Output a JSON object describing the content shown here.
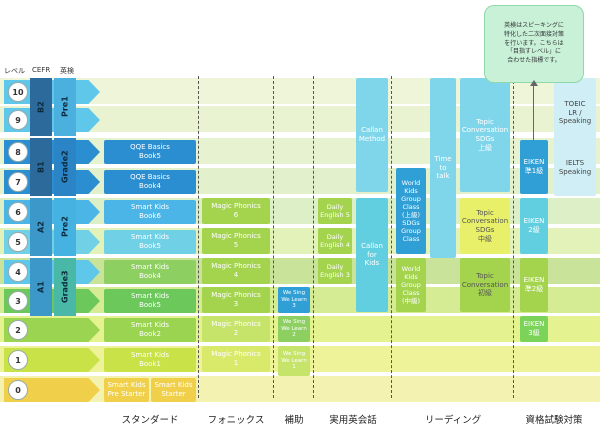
{
  "header": {
    "level": "レベル",
    "cefr": "CEFR",
    "eiken": "英検"
  },
  "levels": [
    "10",
    "9",
    "8",
    "7",
    "6",
    "5",
    "4",
    "3",
    "2",
    "1",
    "0"
  ],
  "cefr": [
    "B2",
    "B1",
    "A2",
    "A1"
  ],
  "grades": [
    "Pre1",
    "Grade2",
    "Pre2",
    "Grade3"
  ],
  "standard": {
    "qqe5": [
      "QQE Basics",
      "Book5"
    ],
    "qqe4": [
      "QQE Basics",
      "Book4"
    ],
    "sk6": [
      "Smart Kids",
      "Book6"
    ],
    "sk5": [
      "Smart Kids",
      "Book5"
    ],
    "sk4": [
      "Smart Kids",
      "Book4"
    ],
    "skb5": [
      "Smart Kids",
      "Book5"
    ],
    "sk2": [
      "Smart Kids",
      "Book2"
    ],
    "sk1": [
      "Smart Kids",
      "Book1"
    ],
    "pre": [
      "Smart Kids",
      "Pre Starter"
    ],
    "starter": [
      "Smart Kids",
      "Starter"
    ]
  },
  "phonics": {
    "p6": [
      "Magic Phonics",
      "6"
    ],
    "p5": [
      "Magic Phonics",
      "5"
    ],
    "p4": [
      "Magic Phonics",
      "4"
    ],
    "p3": [
      "Magic Phonics",
      "3"
    ],
    "p2": [
      "Magic Phonics",
      "2"
    ],
    "p1": [
      "Magic Phonics",
      "1"
    ]
  },
  "support": {
    "ws3": [
      "We Sing",
      "We Learn",
      "3"
    ],
    "ws2": [
      "We Sing",
      "We Learn",
      "2"
    ],
    "ws1": [
      "We Sing",
      "We Learn",
      "1"
    ]
  },
  "practical": {
    "de5": [
      "Daily",
      "English 5"
    ],
    "de4": [
      "Daily",
      "English 4"
    ],
    "de3": [
      "Daily",
      "English 3"
    ],
    "callan_method": [
      "Callan",
      "Method"
    ],
    "callan_kids": [
      "Callan",
      "for",
      "Kids"
    ]
  },
  "reading": {
    "time_to_talk": [
      "Time",
      "to",
      "talk"
    ],
    "wkg_upper": [
      "World",
      "Kids",
      "Group",
      "Class",
      "(上級)",
      "SDGs",
      "Group",
      "Class"
    ],
    "wkg_mid": [
      "World",
      "Kids",
      "Group",
      "Class",
      "(中級)"
    ],
    "tc_upper": [
      "Topic",
      "Conversation",
      "SDGs",
      "上級"
    ],
    "tc_mid": [
      "Topic",
      "Conversation",
      "SDGs",
      "中級"
    ],
    "tc_beg": [
      "Topic",
      "Conversation",
      "初級"
    ]
  },
  "exam": {
    "eiken1": [
      "EIKEN",
      "準1級"
    ],
    "eiken2": [
      "EIKEN",
      "2級"
    ],
    "eikenp2": [
      "EIKEN",
      "準2級"
    ],
    "eiken3": [
      "EIKEN",
      "3級"
    ],
    "toeic": [
      "TOEIC",
      "LR /",
      "Speaking"
    ],
    "ielts": [
      "IELTS",
      "Speaking"
    ]
  },
  "note": [
    "英検はスピーキングに",
    "特化した二次面接対策",
    "を行います。こちらは",
    "「目指すレベル」に",
    "合わせた指標です。"
  ],
  "categories": [
    "スタンダード",
    "フォニックス",
    "補助",
    "実用英会話",
    "リーディング",
    "資格試験対策"
  ],
  "colors": {
    "blue": "#4aa8e0",
    "cyan": "#7fd6ea",
    "teal": "#62cfe0",
    "green": "#a4d44e",
    "lime": "#c6e46a",
    "yellow": "#e8f06a"
  }
}
